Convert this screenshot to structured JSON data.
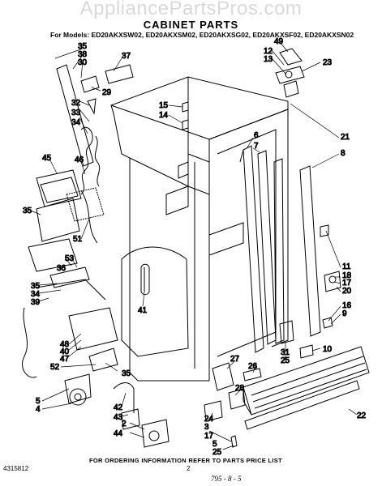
{
  "watermark": "AppliancePartsPros.com",
  "title": "CABINET PARTS",
  "models_line": "For Models: ED20AKXSW02, ED20AKXSM02, ED20AKXSG02, ED20AKXSF02, ED20AKXSN02",
  "footer": {
    "code": "4315812",
    "note": "FOR ORDERING INFORMATION REFER TO PARTS PRICE LIST",
    "page": "2",
    "date": "795 - 8 - 5"
  },
  "callouts": [
    "35",
    "38",
    "30",
    "37",
    "29",
    "32",
    "33",
    "34",
    "45",
    "46",
    "35",
    "51",
    "53",
    "36",
    "35",
    "34",
    "39",
    "41",
    "48",
    "40",
    "47",
    "52",
    "35",
    "5",
    "4",
    "42",
    "43",
    "2",
    "44",
    "49",
    "12",
    "13",
    "23",
    "15",
    "14",
    "21",
    "6",
    "7",
    "8",
    "11",
    "18",
    "17",
    "20",
    "16",
    "9",
    "31",
    "25",
    "10",
    "27",
    "26",
    "28",
    "24",
    "3",
    "17",
    "22",
    "5",
    "25"
  ],
  "colors": {
    "ink": "#000000",
    "paper": "#ffffff",
    "watermark": "#787878"
  }
}
